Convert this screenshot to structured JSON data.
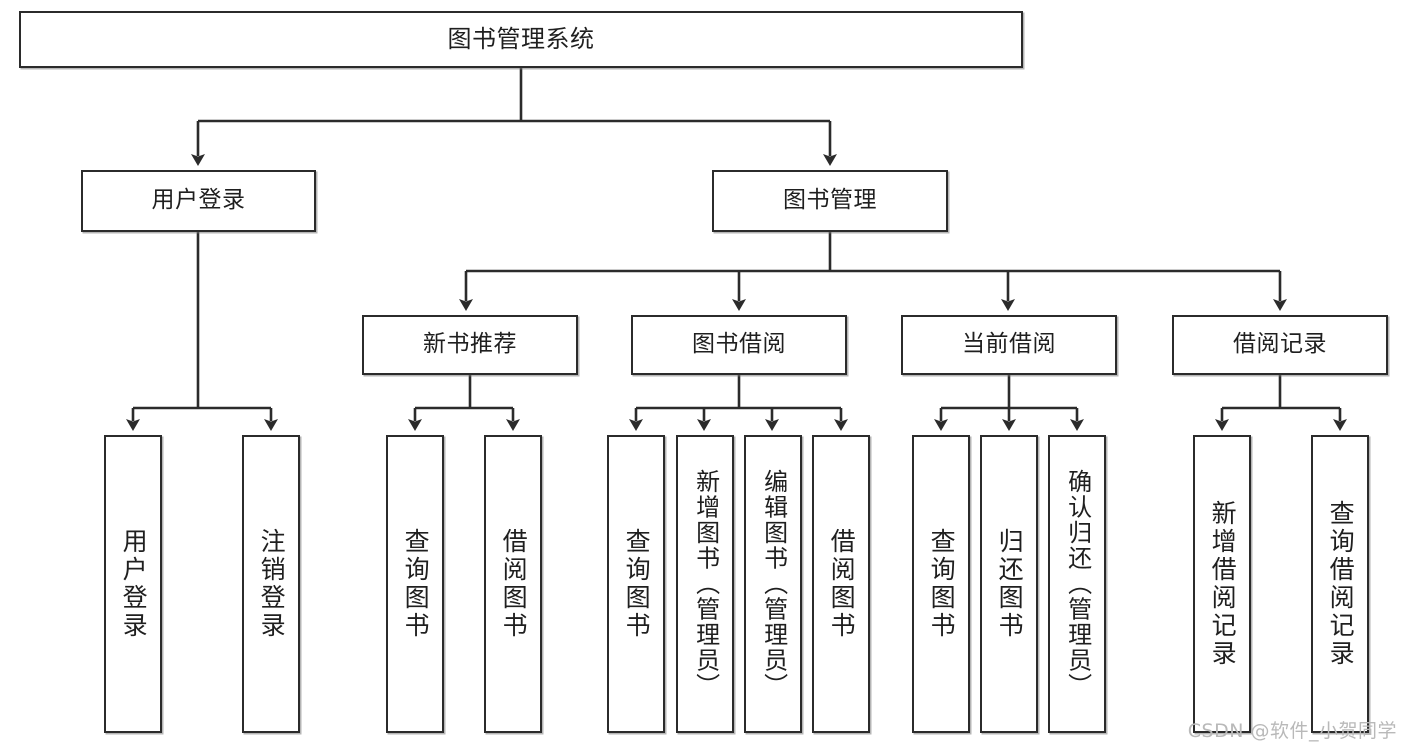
{
  "diagram": {
    "type": "hierarchy-tree",
    "title": "图书管理系统",
    "watermark": "CSDN @软件_小贺同学",
    "colors": {
      "box_border": "#2b2b2b",
      "box_fill": "#ffffff",
      "edge": "#2b2b2b",
      "text": "#1f1f1f",
      "watermark": "#b9b9b9"
    },
    "nodes": {
      "root": {
        "label": "图书管理系统"
      },
      "level2": [
        {
          "label": "用户登录"
        },
        {
          "label": "图书管理"
        }
      ],
      "level3": [
        {
          "label": "新书推荐"
        },
        {
          "label": "图书借阅"
        },
        {
          "label": "当前借阅"
        },
        {
          "label": "借阅记录"
        }
      ],
      "leaves": {
        "user_login": [
          {
            "label": "用户登录"
          },
          {
            "label": "注销登录"
          }
        ],
        "new_book": [
          {
            "label": "查询图书"
          },
          {
            "label": "借阅图书"
          }
        ],
        "book_borrow": [
          {
            "label": "查询图书"
          },
          {
            "label": "新增图书（管理员）"
          },
          {
            "label": "编辑图书（管理员）"
          },
          {
            "label": "借阅图书"
          }
        ],
        "current_borrow": [
          {
            "label": "查询图书"
          },
          {
            "label": "归还图书"
          },
          {
            "label": "确认归还（管理员）"
          }
        ],
        "borrow_record": [
          {
            "label": "新增借阅记录"
          },
          {
            "label": "查询借阅记录"
          }
        ]
      }
    }
  }
}
